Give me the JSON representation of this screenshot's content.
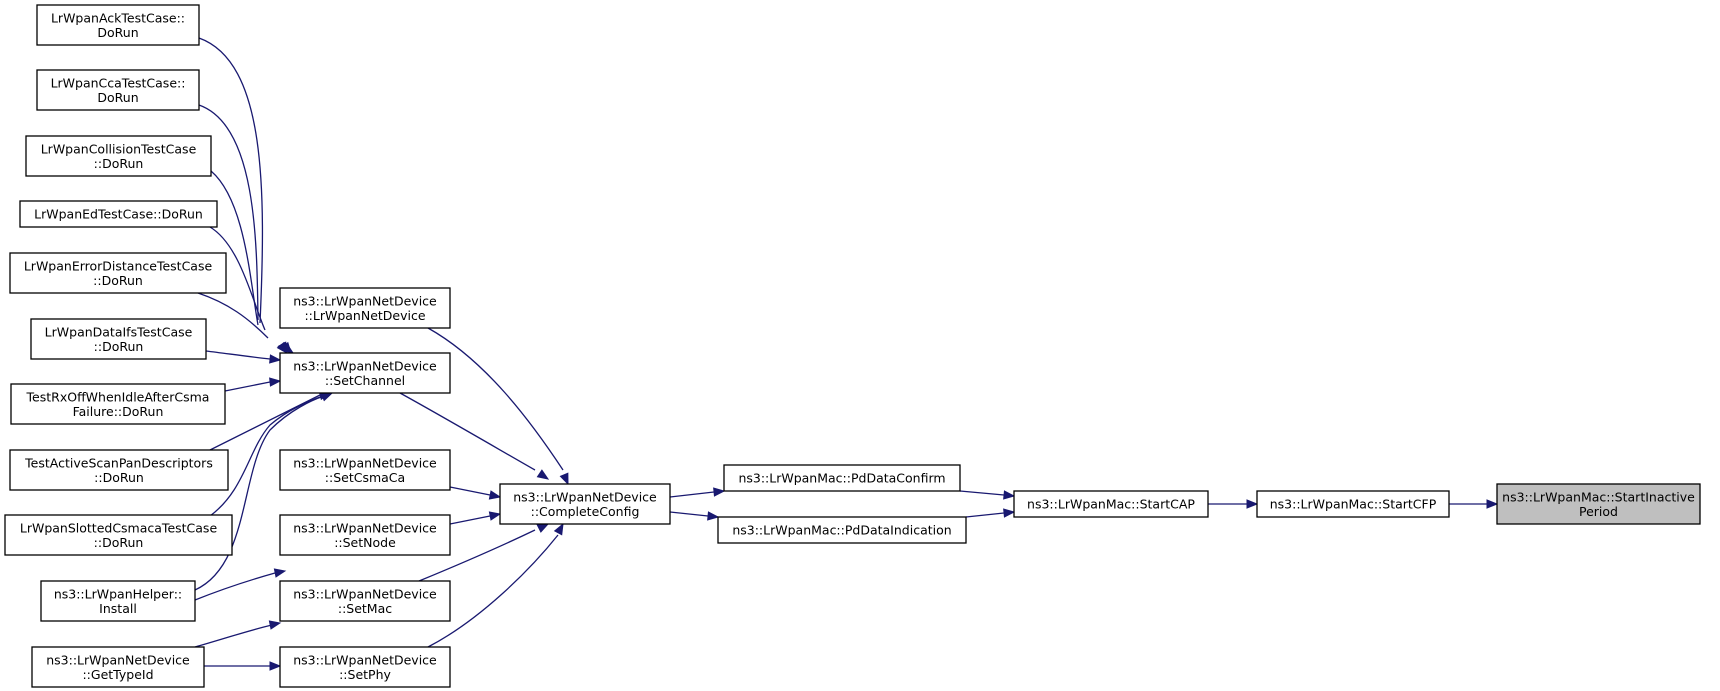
{
  "graph": {
    "nodes": {
      "ack": {
        "lines": [
          "LrWpanAckTestCase::",
          "DoRun"
        ]
      },
      "cca": {
        "lines": [
          "LrWpanCcaTestCase::",
          "DoRun"
        ]
      },
      "coll": {
        "lines": [
          "LrWpanCollisionTestCase",
          "::DoRun"
        ]
      },
      "ed": {
        "lines": [
          "LrWpanEdTestCase::DoRun"
        ]
      },
      "errd": {
        "lines": [
          "LrWpanErrorDistanceTestCase",
          "::DoRun"
        ]
      },
      "ifs": {
        "lines": [
          "LrWpanDataIfsTestCase",
          "::DoRun"
        ]
      },
      "rxoff": {
        "lines": [
          "TestRxOffWhenIdleAfterCsma",
          "Failure::DoRun"
        ]
      },
      "scan": {
        "lines": [
          "TestActiveScanPanDescriptors",
          "::DoRun"
        ]
      },
      "slot": {
        "lines": [
          "LrWpanSlottedCsmacaTestCase",
          "::DoRun"
        ]
      },
      "inst": {
        "lines": [
          "ns3::LrWpanHelper::",
          "Install"
        ]
      },
      "gtid": {
        "lines": [
          "ns3::LrWpanNetDevice",
          "::GetTypeId"
        ]
      },
      "ctor": {
        "lines": [
          "ns3::LrWpanNetDevice",
          "::LrWpanNetDevice"
        ]
      },
      "setch": {
        "lines": [
          "ns3::LrWpanNetDevice",
          "::SetChannel"
        ]
      },
      "setcs": {
        "lines": [
          "ns3::LrWpanNetDevice",
          "::SetCsmaCa"
        ]
      },
      "setnd": {
        "lines": [
          "ns3::LrWpanNetDevice",
          "::SetNode"
        ]
      },
      "setmc": {
        "lines": [
          "ns3::LrWpanNetDevice",
          "::SetMac"
        ]
      },
      "setph": {
        "lines": [
          "ns3::LrWpanNetDevice",
          "::SetPhy"
        ]
      },
      "cc": {
        "lines": [
          "ns3::LrWpanNetDevice",
          "::CompleteConfig"
        ]
      },
      "pdc": {
        "lines": [
          "ns3::LrWpanMac::PdDataConfirm"
        ]
      },
      "pdi": {
        "lines": [
          "ns3::LrWpanMac::PdDataIndication"
        ]
      },
      "cap": {
        "lines": [
          "ns3::LrWpanMac::StartCAP"
        ]
      },
      "cfp": {
        "lines": [
          "ns3::LrWpanMac::StartCFP"
        ]
      },
      "inact": {
        "lines": [
          "ns3::LrWpanMac::StartInactive",
          "Period"
        ]
      }
    }
  }
}
